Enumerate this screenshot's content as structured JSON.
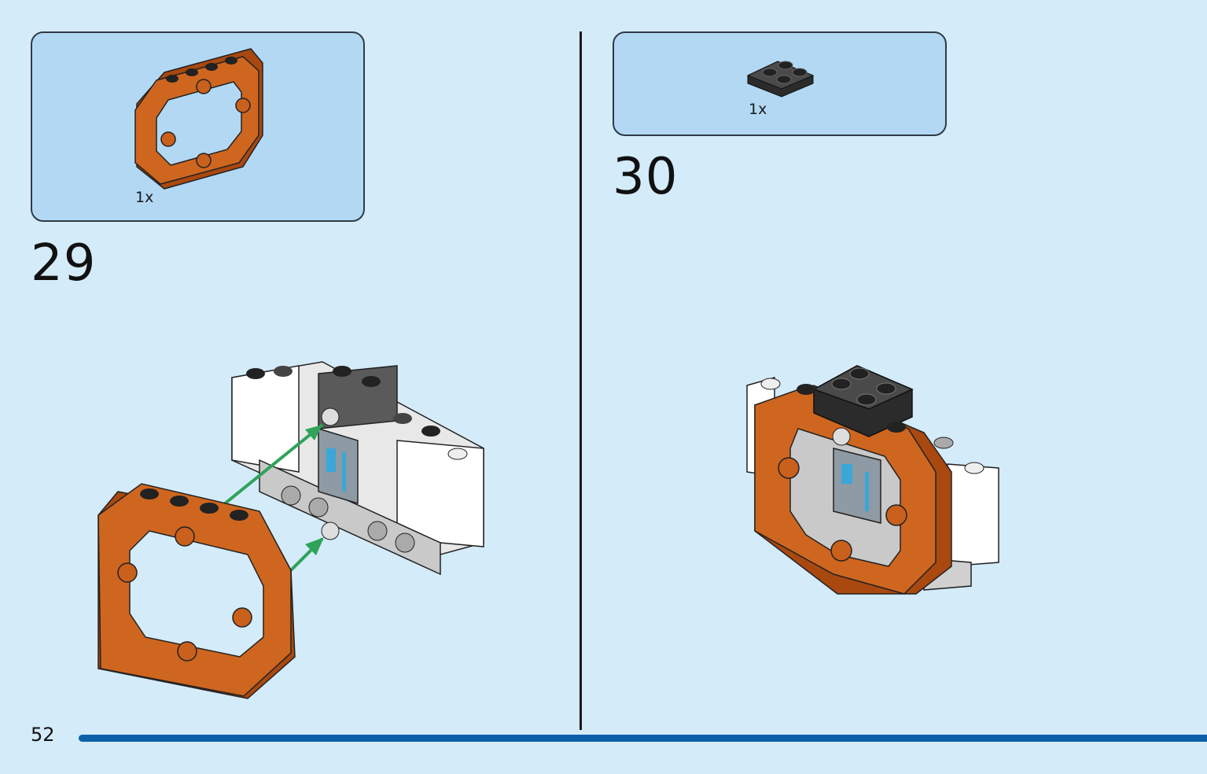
{
  "page_number": "52",
  "steps": [
    {
      "number": "29",
      "parts": [
        {
          "name": "orange-octagonal-frame",
          "quantity": "1x",
          "color": "#c9601c"
        }
      ]
    },
    {
      "number": "30",
      "parts": [
        {
          "name": "black-plate-2x2",
          "quantity": "1x",
          "color": "#3a3a3a"
        }
      ]
    }
  ],
  "colors": {
    "background": "#d4ebfa",
    "parts_box": "#b3d8f4",
    "progress_bar": "#0a5fa8",
    "brick_orange": "#c9601c",
    "arrow_green": "#2fa35a"
  }
}
